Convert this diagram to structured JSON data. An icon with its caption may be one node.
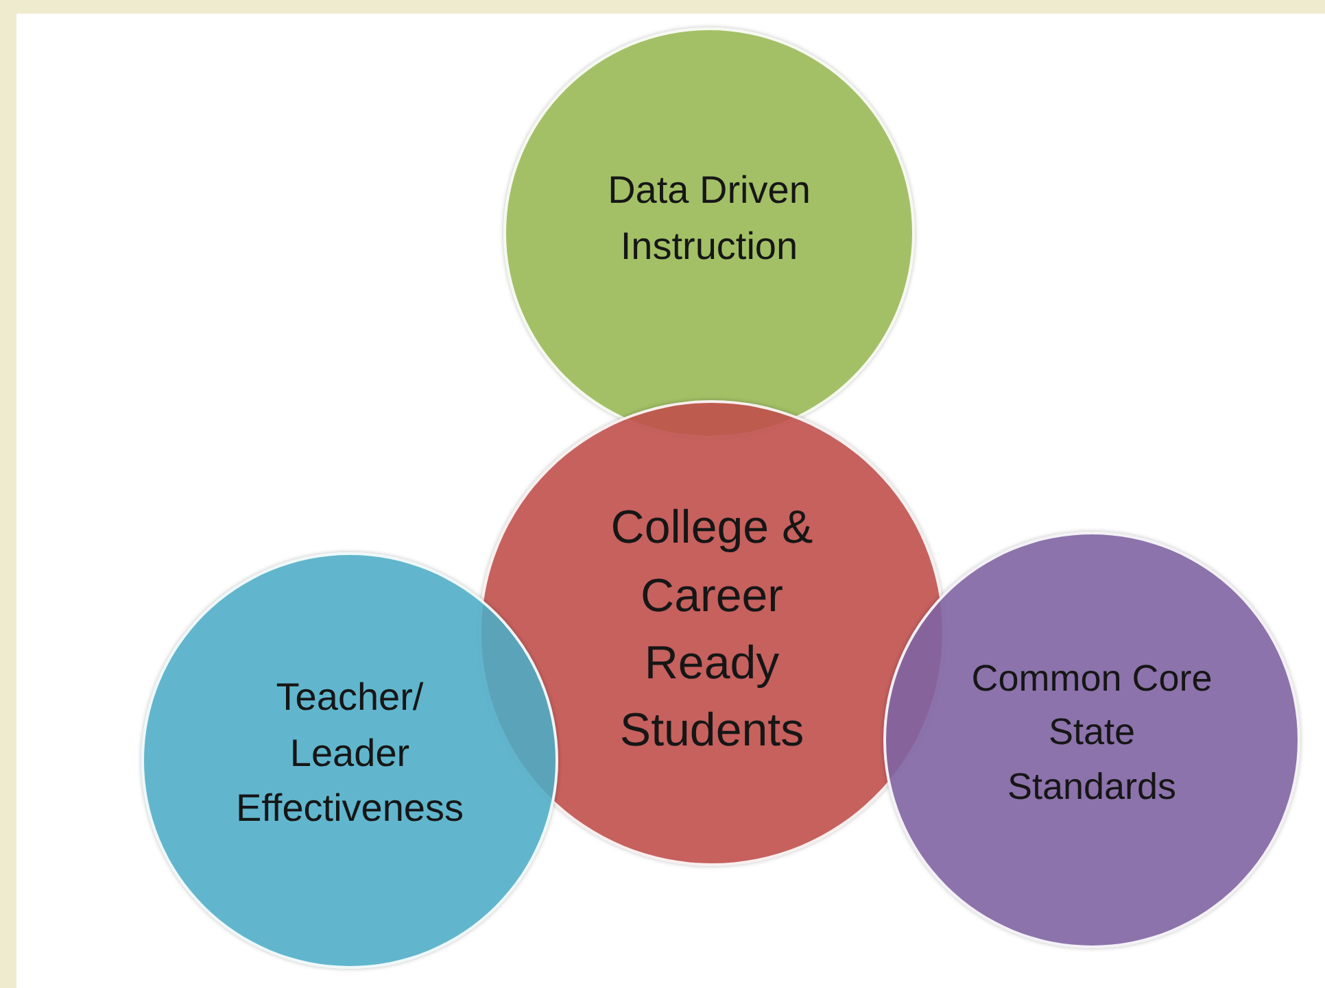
{
  "diagram": {
    "nodes": [
      {
        "text": [
          "Data Driven Instruction"
        ]
      },
      {
        "text": [
          "College & Career Ready Students"
        ]
      },
      {
        "text": [
          "Teacher/ Leader Effectiveness"
        ]
      },
      {
        "text": [
          "Common Core State Standards"
        ]
      }
    ]
  }
}
